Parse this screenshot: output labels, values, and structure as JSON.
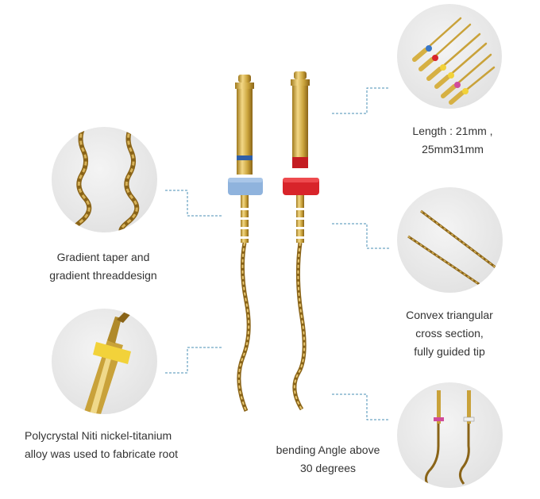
{
  "captions": {
    "length": "Length : 21mm ,\n 25mm31mm",
    "taper": "Gradient taper and\ngradient threaddesign",
    "cross_section": "Convex triangular\ncross section,\nfully guided tip",
    "alloy": "Polycrystal Niti nickel-titanium\nalloy was used to fabricate root",
    "bending": "bending Angle above\n30 degrees"
  },
  "colors": {
    "gold": "#c9a23a",
    "gold_dark": "#8a6418",
    "leader_line": "#4a8fb5",
    "ring_blue": "#8fb3dd",
    "ring_red": "#d8242a",
    "ring_yellow": "#f2d23a",
    "ring_pink": "#d14c9a"
  }
}
